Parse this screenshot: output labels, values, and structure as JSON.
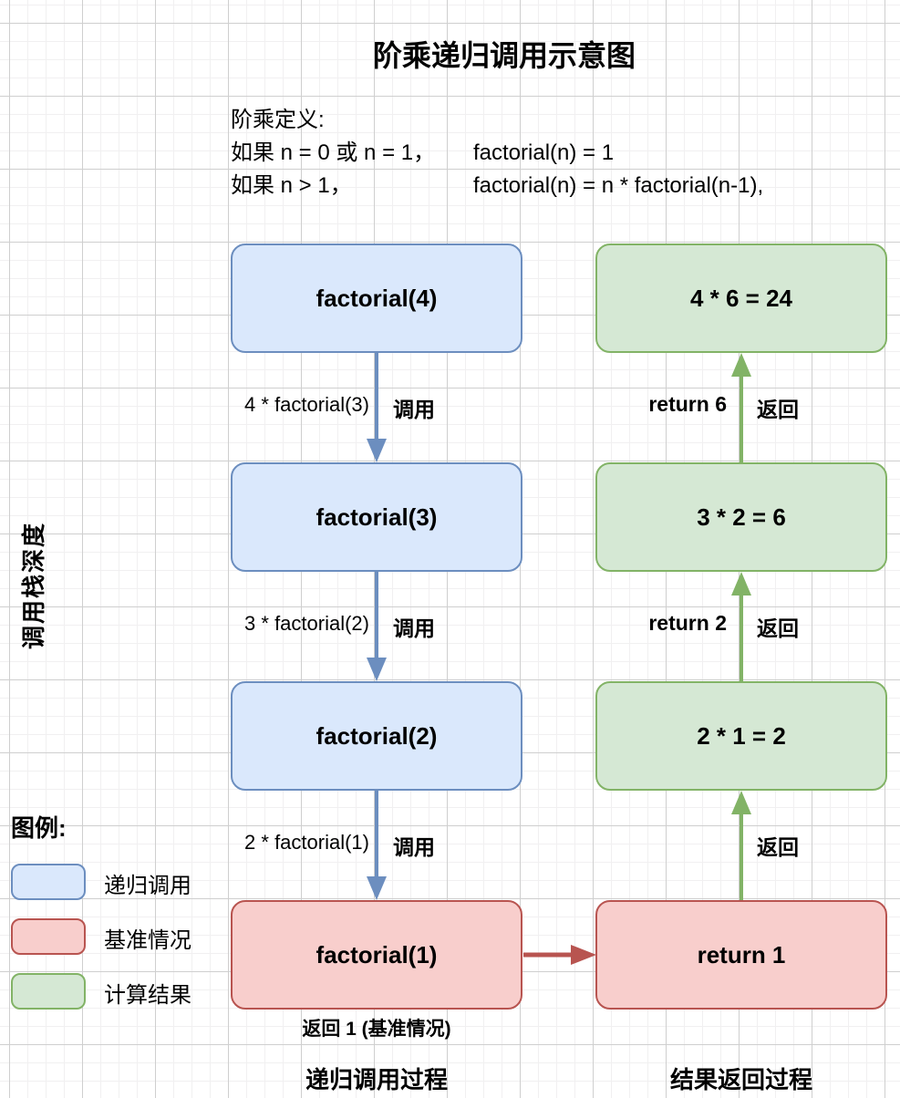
{
  "title": "阶乘递归调用示意图",
  "definition": {
    "heading": "阶乘定义:",
    "rows": [
      {
        "left": "如果 n = 0 或 n = 1，",
        "right": "factorial(n) = 1"
      },
      {
        "left": "如果 n > 1，",
        "right": "factorial(n) = n * factorial(n-1),"
      }
    ]
  },
  "axis_label": "调用栈深度",
  "call_column": {
    "boxes": [
      "factorial(4)",
      "factorial(3)",
      "factorial(2)",
      "factorial(1)"
    ],
    "arrows": [
      {
        "left_label": "4 * factorial(3)",
        "right_label": "调用"
      },
      {
        "left_label": "3 * factorial(2)",
        "right_label": "调用"
      },
      {
        "left_label": "2 * factorial(1)",
        "right_label": "调用"
      }
    ],
    "base_note": "返回 1 (基准情况)",
    "footer": "递归调用过程"
  },
  "return_column": {
    "boxes": [
      "4 * 6 = 24",
      "3 * 2 = 6",
      "2 * 1 = 2",
      "return 1"
    ],
    "arrows": [
      {
        "left_label": "return 6",
        "right_label": "返回"
      },
      {
        "left_label": "return 2",
        "right_label": "返回"
      },
      {
        "left_label": "",
        "right_label": "返回"
      }
    ],
    "footer": "结果返回过程"
  },
  "legend": {
    "heading": "图例:",
    "items": [
      {
        "label": "递归调用",
        "fill": "#dae8fc",
        "border": "#6c8ebf"
      },
      {
        "label": "基准情况",
        "fill": "#f8cecc",
        "border": "#b85450"
      },
      {
        "label": "计算结果",
        "fill": "#d5e8d4",
        "border": "#82b366"
      }
    ]
  },
  "colors": {
    "recursive_fill": "#dae8fc",
    "recursive_border": "#6c8ebf",
    "base_fill": "#f8cecc",
    "base_border": "#b85450",
    "result_fill": "#d5e8d4",
    "result_border": "#82b366",
    "call_arrow": "#6c8ebf",
    "return_arrow": "#82b366",
    "base_arrow": "#b85450"
  }
}
